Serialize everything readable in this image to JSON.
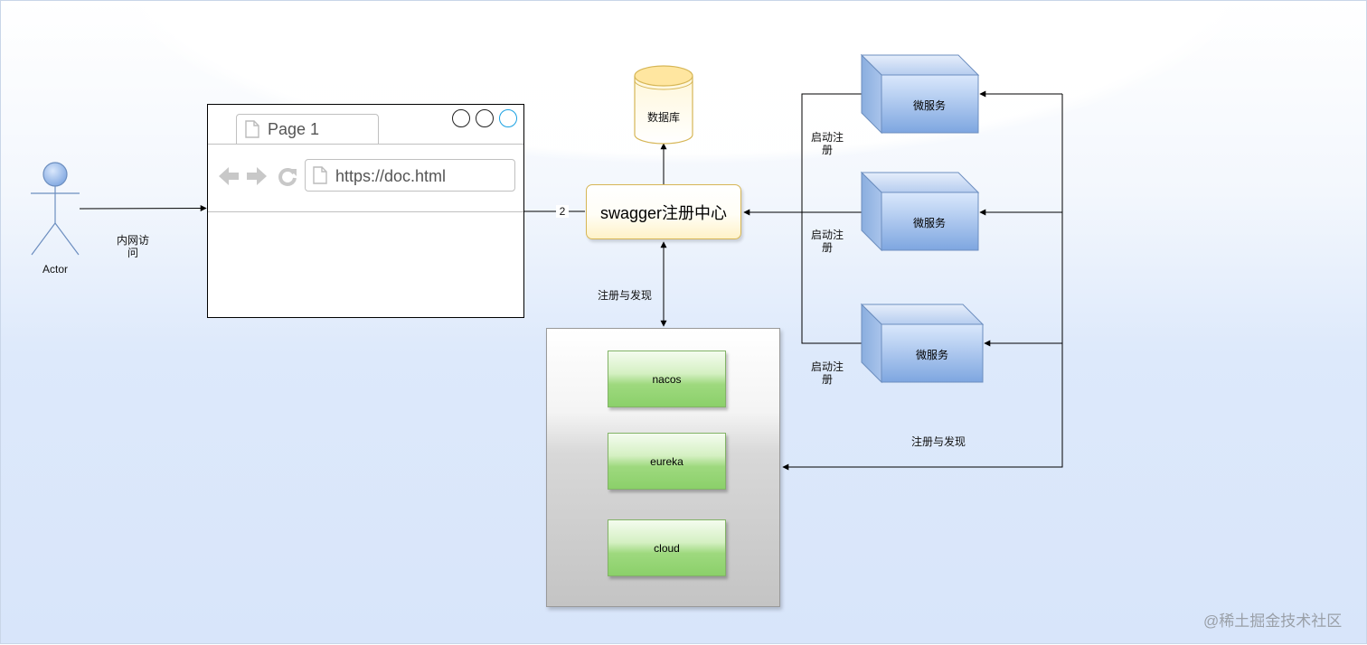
{
  "actor": {
    "label": "Actor"
  },
  "edge_labels": {
    "intranet_access": "内网访\n问",
    "edge_number": "2",
    "register_discover_top": "注册与发现",
    "register_discover_bottom": "注册与发现"
  },
  "browser": {
    "tab_label": "Page 1",
    "url": "https://doc.html",
    "circle_colors": [
      "#222222",
      "#222222",
      "#1ba1e2"
    ]
  },
  "database": {
    "label": "数据库",
    "fill": "#ffe6a0",
    "stroke": "#d6b656"
  },
  "swagger": {
    "label": "swagger注册中心"
  },
  "registry": {
    "items": [
      "nacos",
      "eureka",
      "cloud"
    ]
  },
  "microservices": [
    {
      "label": "微服务",
      "edge_label": "启动注\n册"
    },
    {
      "label": "微服务",
      "edge_label": "启动注\n册"
    },
    {
      "label": "微服务",
      "edge_label": "启动注\n册"
    }
  ],
  "colors": {
    "actor_fill": "#a9c4eb",
    "actor_stroke": "#6c8ebf",
    "cube_stroke": "#6c8ebf",
    "cube_fill": "#a9c4eb"
  },
  "watermark": "@稀土掘金技术社区"
}
